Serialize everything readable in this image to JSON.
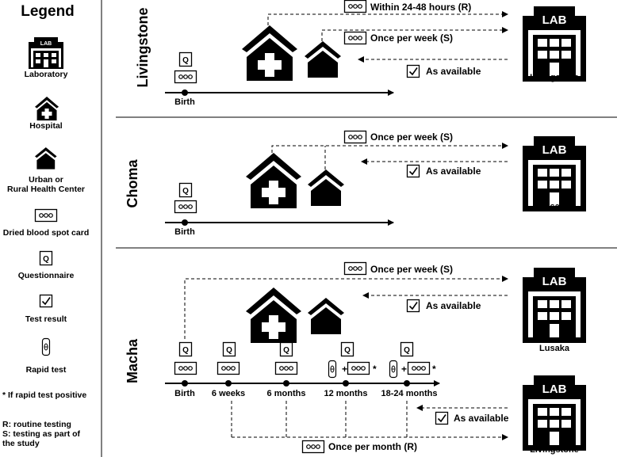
{
  "legend": {
    "heading": "Legend",
    "laboratory": "Laboratory",
    "hospital": "Hospital",
    "urban_line1": "Urban or",
    "urban_line2": "Rural Health Center",
    "dbs_card": "Dried blood spot card",
    "questionnaire": "Questionnaire",
    "test_result": "Test result",
    "rapid_test": "Rapid test",
    "footnote": "* If rapid test positive",
    "r_note": "R: routine testing",
    "s_note_line1": "S: testing as part of",
    "s_note_line2": "the study",
    "lab_icon_text": "LAB"
  },
  "icons": {
    "questionnaire_glyph": "Q",
    "dbs_glyph": "ooo",
    "check_glyph": "✓",
    "rapid_glyph": "0",
    "plus": "+",
    "asterisk": "*",
    "lab_text": "LAB"
  },
  "livingstone": {
    "site": "Livingstone",
    "within": "Within 24-48 hours (R)",
    "once_week": "Once per week (S)",
    "as_available": "As available",
    "birth": "Birth",
    "lab_city": "Livingstone"
  },
  "choma": {
    "site": "Choma",
    "once_week": "Once per week (S)",
    "as_available": "As available",
    "birth": "Birth",
    "lab_city": "Lusaka"
  },
  "macha": {
    "site": "Macha",
    "once_week": "Once per week (S)",
    "as_available_top": "As available",
    "as_available_bottom": "As available",
    "once_month": "Once per month (R)",
    "timeline": [
      "Birth",
      "6 weeks",
      "6 months",
      "12 months",
      "18-24 months"
    ],
    "lab_city_top": "Lusaka",
    "lab_city_bottom": "Livingstone"
  }
}
